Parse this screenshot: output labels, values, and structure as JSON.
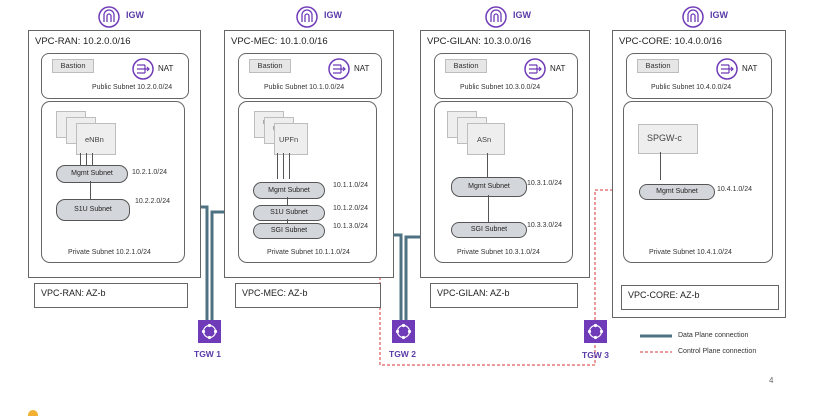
{
  "igw_label": "IGW",
  "nat_label": "NAT",
  "bastion_label": "Bastion",
  "vpcs": [
    {
      "title": "VPC-RAN: 10.2.0.0/16",
      "public_subnet": "Public Subnet  10.2.0.0/24",
      "private_subnet": "Private Subnet  10.2.1.0/24",
      "az": "VPC-RAN: AZ-b",
      "app": "eNBn",
      "stack_letters": [
        "e",
        "e"
      ],
      "mgmt_label": "Mgmt Subnet",
      "mgmt_cidr": "10.2.1.0/24",
      "second_label": "S1U Subnet",
      "second_cidr": "10.2.2.0/24"
    },
    {
      "title": "VPC-MEC: 10.1.0.0/16",
      "public_subnet": "Public  Subnet  10.1.0.0/24",
      "private_subnet": "Private Subnet  10.1.1.0/24",
      "az": "VPC-MEC: AZ-b",
      "app": "UPFn",
      "stack_letters": [
        "U",
        "U"
      ],
      "mgmt_label": "Mgmt Subnet",
      "mgmt_cidr": "10.1.1.0/24",
      "second_label": "S1U Subnet",
      "second_cidr": "10.1.2.0/24",
      "third_label": "SGI Subnet",
      "third_cidr": "10.1.3.0/24"
    },
    {
      "title": "VPC-GILAN: 10.3.0.0/16",
      "public_subnet": "Public  Subnet  10.3.0.0/24",
      "private_subnet": "Private Subnet  10.3.1.0/24",
      "az": "VPC-GILAN:  AZ-b",
      "app": "ASn",
      "mgmt_label": "Mgmt Subnet",
      "mgmt_cidr": "10.3.1.0/24",
      "second_label": "SGI Subnet",
      "second_cidr": "10.3.3.0/24"
    },
    {
      "title": "VPC-CORE: 10.4.0.0/16",
      "public_subnet": "Public Subnet  10.4.0.0/24",
      "private_subnet": "Private Subnet  10.4.1.0/24",
      "az": "VPC-CORE:  AZ-b",
      "app": "SPGW-c",
      "mgmt_label": "Mgmt Subnet",
      "mgmt_cidr": "10.4.1.0/24"
    }
  ],
  "tgws": [
    "TGW 1",
    "TGW 2",
    "TGW 3"
  ],
  "legend": {
    "data_plane": "Data Plane connection",
    "control_plane": "Control Plane connection"
  },
  "colors": {
    "data_plane": "#4e7281",
    "control_plane": "#d63a3a",
    "aws_purple": "#6f3bb8"
  },
  "page_number": "4"
}
